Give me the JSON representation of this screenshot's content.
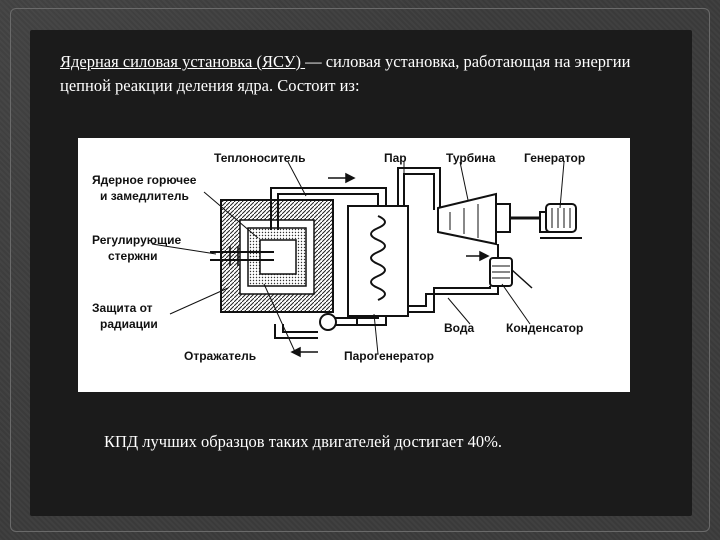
{
  "slide": {
    "lead_term": "Ядерная силовая установка (ЯСУ) ",
    "lead_rest": "— силовая установка, работающая на энергии цепной реакции деления ядра. Состоит из:",
    "footer": "КПД лучших образцов таких двигателей достигает 40%."
  },
  "diagram": {
    "labels": {
      "coolant": "Теплоноситель",
      "steam": "Пар",
      "turbine": "Турбина",
      "generator": "Генератор",
      "fuel_1": "Ядерное горючее",
      "fuel_2": "и замедлитель",
      "rods_1": "Регулирующие",
      "rods_2": "стержни",
      "shield_1": "Защита от",
      "shield_2": "радиации",
      "water": "Вода",
      "condenser": "Конденсатор",
      "reflector": "Отражатель",
      "steam_generator": "Парогенератор"
    }
  }
}
